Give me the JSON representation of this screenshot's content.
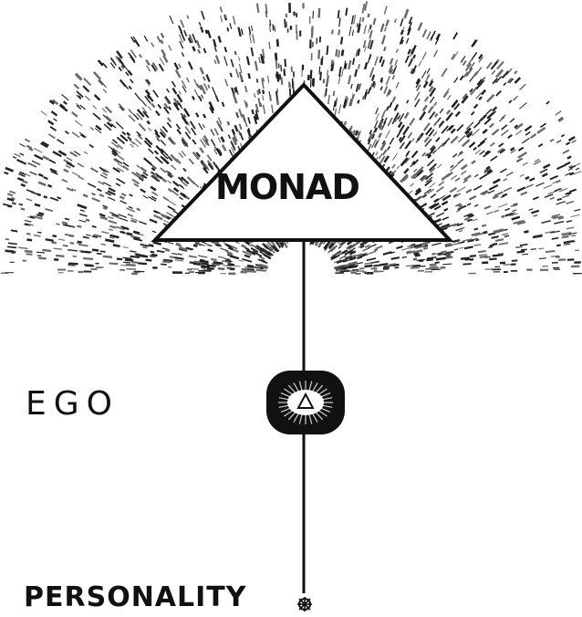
{
  "diagram": {
    "monad_label": "MONAD",
    "ego_label": "EGO",
    "personality_label": "PERSONALITY"
  },
  "colors": {
    "ink": "#111111",
    "paper": "#ffffff",
    "halo": "#6a6a6a"
  },
  "icons": {
    "monad": "triangle",
    "ego": "causal-body-with-triangle",
    "personality": "small-star"
  }
}
